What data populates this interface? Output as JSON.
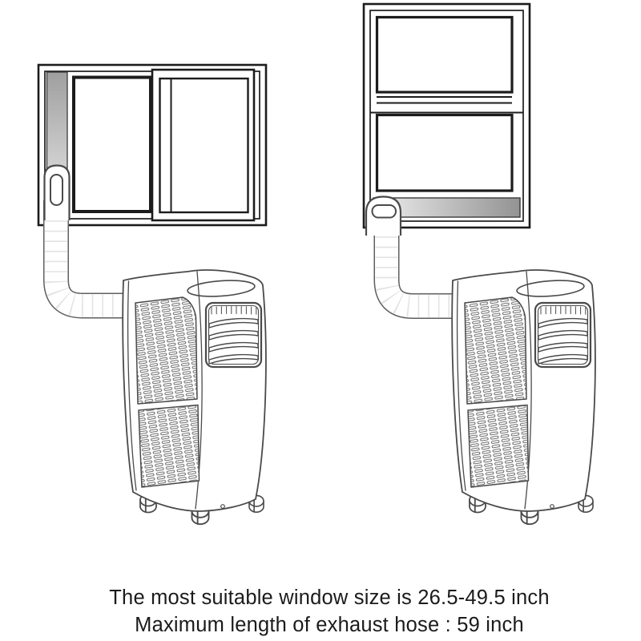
{
  "caption": {
    "line1": "The most suitable window size is 26.5-49.5 inch",
    "line2": "Maximum length of exhaust hose : 59 inch"
  },
  "illustrations": {
    "left_figure": "portable air conditioner vented through sliding window via vertical slide adapter",
    "right_figure": "portable air conditioner vented through double-hung window via horizontal slide adapter"
  },
  "colors": {
    "background": "#ffffff",
    "window_line": "#1c1c1c",
    "ac_line": "#4a4a4a",
    "hose_outline": "#5f5f5f",
    "hose_rib": "#e3e3e3",
    "adapter_gray_light": "#eeeeee",
    "adapter_gray_dark": "#979797",
    "text": "#1b1b1b"
  }
}
